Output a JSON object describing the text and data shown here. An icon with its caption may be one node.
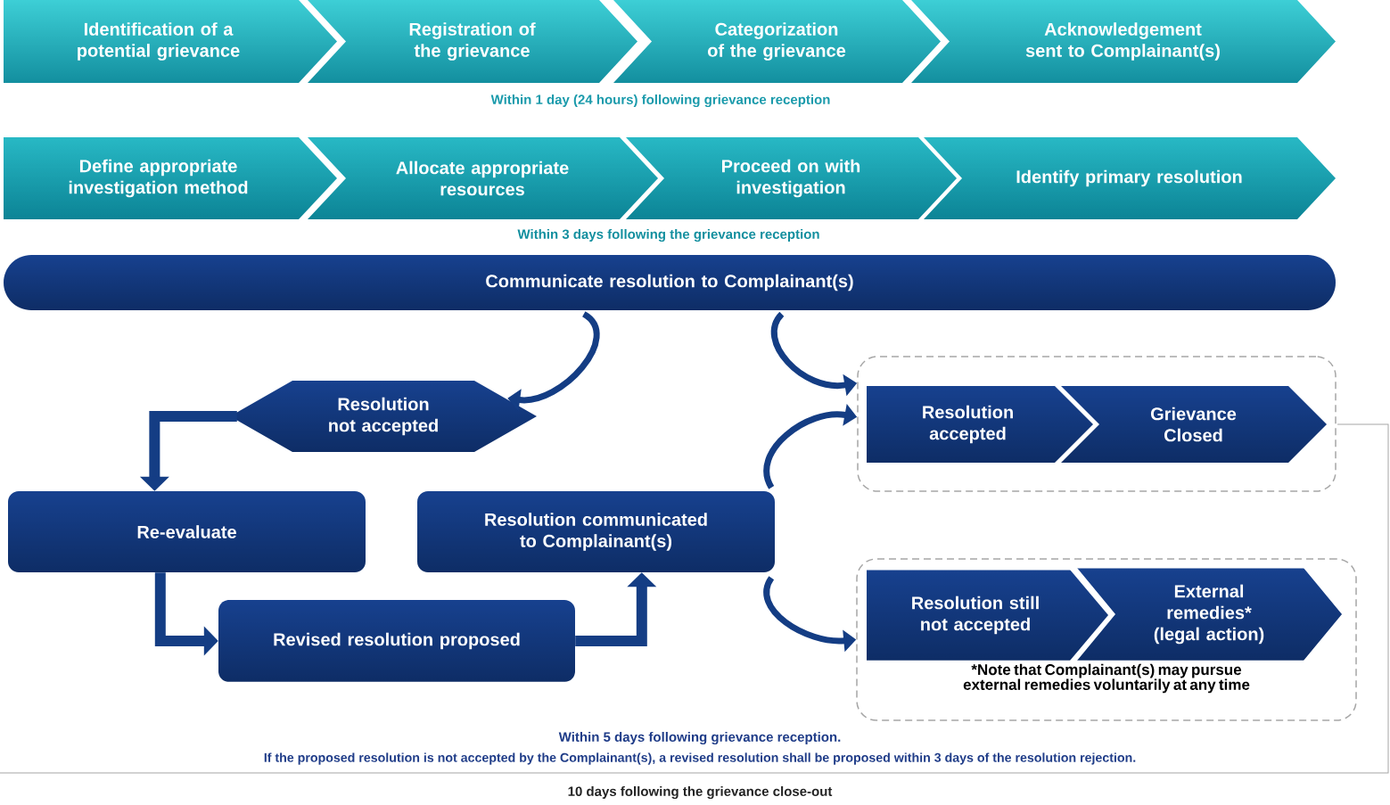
{
  "diagram": {
    "nodes": [
      {
        "text": [
          "Identification of a potential grievance"
        ]
      },
      {
        "text": [
          "Registration of the grievance"
        ]
      },
      {
        "text": [
          "Categorization of the grievance"
        ]
      },
      {
        "text": [
          "Acknowledgement sent to Complainant(s)"
        ]
      },
      {
        "text": [
          "Define appropriate investigation method"
        ]
      },
      {
        "text": [
          "Allocate appropriate resources"
        ]
      },
      {
        "text": [
          "Proceed on with investigation"
        ]
      },
      {
        "text": [
          "Identify primary resolution"
        ]
      },
      {
        "text": [
          "Communicate resolution to Complainant(s)"
        ]
      },
      {
        "text": [
          "Resolution not accepted"
        ]
      },
      {
        "text": [
          "Re-evaluate"
        ]
      },
      {
        "text": [
          "Resolution communicated to Complainant(s)"
        ]
      },
      {
        "text": [
          "Revised resolution proposed"
        ]
      },
      {
        "text": [],
        "shape": "box"
      },
      {
        "text": [
          "Resolution accepted"
        ],
        "in": 13
      },
      {
        "text": [
          "Grievance Closed"
        ],
        "in": 13
      },
      {
        "text": [
          "*Note that Complainant(s) may pursue external remedies voluntarily at any time"
        ]
      },
      {
        "text": [
          "Resolution still not accepted"
        ],
        "in": 16
      },
      {
        "text": [
          "External remedies* (legal action)"
        ],
        "in": 16
      }
    ],
    "edges": [
      {
        "from": 8,
        "to": 9,
        "arrow": "to"
      },
      {
        "from": 8,
        "to": 13,
        "arrow": "to"
      },
      {
        "from": 11,
        "to": 13,
        "arrow": "to"
      },
      {
        "from": 11,
        "to": 16,
        "arrow": "to"
      },
      {
        "from": 9,
        "to": 10,
        "arrow": "to"
      },
      {
        "from": 10,
        "to": 12,
        "arrow": "to"
      },
      {
        "from": 12,
        "to": 11,
        "arrow": "to"
      }
    ],
    "labels": [
      "Within 1 day (24 hours) following grievance reception",
      "Within 3 days following the grievance reception",
      "Within 5 days following grievance reception.",
      "If the proposed resolution is not accepted by the Complainant(s), a revised resolution shall be proposed within 3 days of the resolution rejection.",
      "10 days following the grievance close-out"
    ]
  }
}
